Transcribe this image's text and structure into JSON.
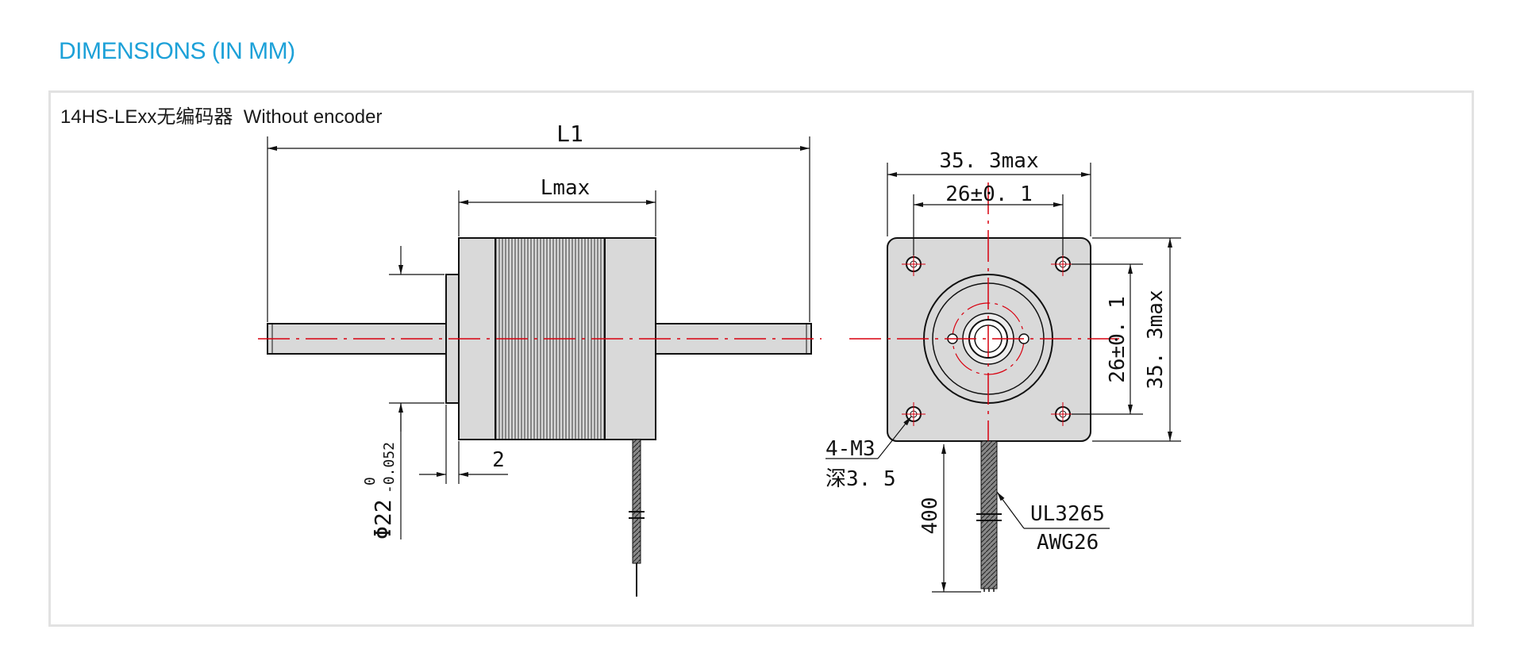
{
  "page": {
    "heading": "DIMENSIONS (IN MM)"
  },
  "panel": {
    "title": "14HS-LExx无编码器  Without encoder"
  },
  "side_view": {
    "overall_length_label": "L1",
    "body_length_label": "Lmax",
    "boss_height_label": "2",
    "boss_diameter_label": "Φ22",
    "boss_tolerance_upper": "0",
    "boss_tolerance_lower": "-0.052"
  },
  "front_view": {
    "width_label": "35. 3max",
    "hole_spacing_label": "26±0. 1",
    "vertical_hole_spacing_label": "26±0. 1",
    "height_label": "35. 3max",
    "mount_holes_line1": "4-M3",
    "mount_holes_line2": "深3. 5",
    "lead_length_label": "400",
    "cable_type_line1": "UL3265",
    "cable_type_line2": "AWG26"
  },
  "colors": {
    "heading": "#1da1d8",
    "centerline": "#d8000f",
    "motor_fill": "#d9d9d9",
    "border": "#e2e2e2"
  }
}
